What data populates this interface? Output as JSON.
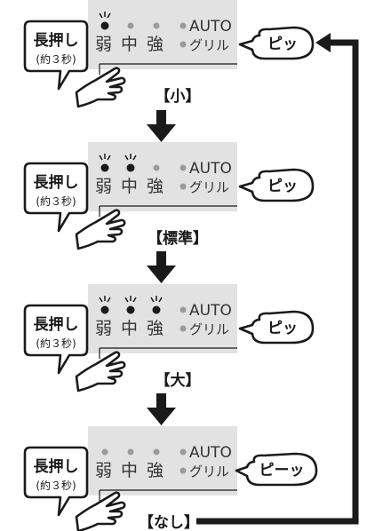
{
  "steps": [
    {
      "id": "small",
      "press_label": "長押し",
      "press_note": "(約３秒)",
      "indicators": {
        "weak": "弱",
        "medium": "中",
        "strong": "強",
        "auto": "AUTO",
        "grill": "グリル"
      },
      "lit": [
        true,
        false,
        false
      ],
      "beep": "ピッ",
      "level_label": "【小】"
    },
    {
      "id": "standard",
      "press_label": "長押し",
      "press_note": "(約３秒)",
      "indicators": {
        "weak": "弱",
        "medium": "中",
        "strong": "強",
        "auto": "AUTO",
        "grill": "グリル"
      },
      "lit": [
        true,
        true,
        false
      ],
      "beep": "ピッ",
      "level_label": "【標準】"
    },
    {
      "id": "large",
      "press_label": "長押し",
      "press_note": "(約３秒)",
      "indicators": {
        "weak": "弱",
        "medium": "中",
        "strong": "強",
        "auto": "AUTO",
        "grill": "グリル"
      },
      "lit": [
        true,
        true,
        true
      ],
      "beep": "ピッ",
      "level_label": "【大】"
    },
    {
      "id": "none",
      "press_label": "長押し",
      "press_note": "(約３秒)",
      "indicators": {
        "weak": "弱",
        "medium": "中",
        "strong": "強",
        "auto": "AUTO",
        "grill": "グリル"
      },
      "lit": [
        false,
        false,
        false
      ],
      "beep": "ピーッ",
      "level_label": "【なし】"
    }
  ],
  "colors": {
    "panel": "#e2e2e2",
    "led_lit": "#1a1a1a",
    "led_off": "#9a9a9a",
    "line": "#1a1a1a"
  }
}
